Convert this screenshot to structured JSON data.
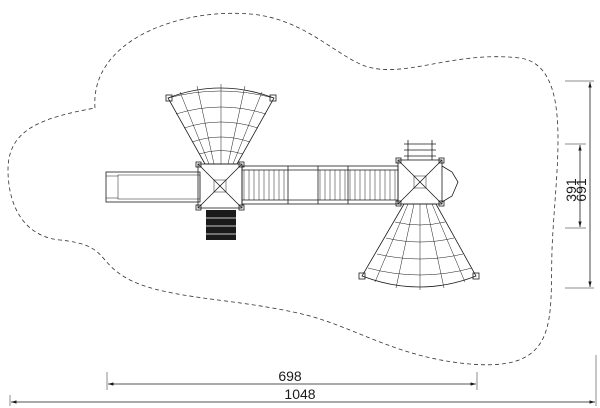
{
  "dimensions": {
    "inner_width": "698",
    "outer_width": "1048",
    "inner_height": "391",
    "outer_height": "691"
  },
  "colors": {
    "line": "#1a1a1a",
    "background": "#ffffff"
  }
}
